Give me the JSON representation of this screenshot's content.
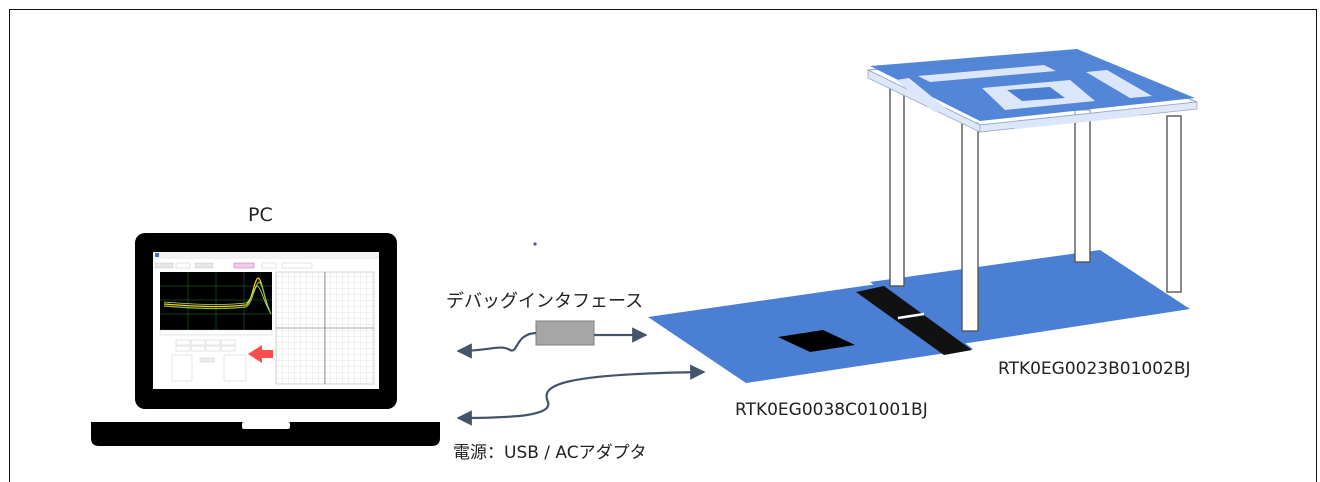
{
  "labels": {
    "pc": "PC",
    "debug_interface": "デバッグインタフェース",
    "power": "電源：USB / ACアダプタ",
    "board_base": "RTK0EG0038C01001BJ",
    "board_top": "RTK0EG0023B01002BJ"
  },
  "colors": {
    "board_blue": "#4a7fd4",
    "board_blue_light": "#6a97de",
    "arrow": "#44546a",
    "debugger_gray": "#a6a6a6",
    "laptop_black": "#000000"
  }
}
